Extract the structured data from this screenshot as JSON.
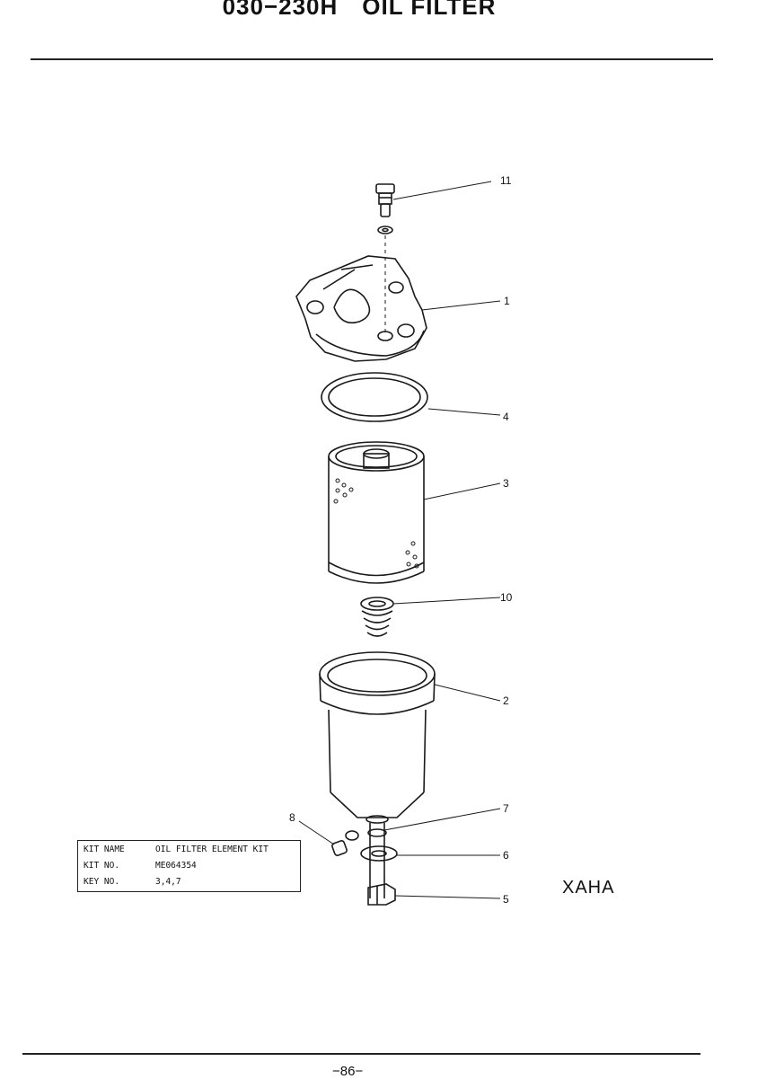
{
  "header": {
    "title": "030−230H OIL FILTER"
  },
  "diagram": {
    "callouts": [
      "11",
      "1",
      "4",
      "3",
      "10",
      "2",
      "7",
      "8",
      "6",
      "5"
    ],
    "code": "XAHA"
  },
  "kit_table": {
    "rows": [
      {
        "label": "KIT  NAME",
        "value": "OIL FILTER ELEMENT KIT"
      },
      {
        "label": "KIT  NO.",
        "value": "ME064354"
      },
      {
        "label": "KEY  NO.",
        "value": "3,4,7"
      }
    ]
  },
  "footer": {
    "page": "−86−"
  }
}
